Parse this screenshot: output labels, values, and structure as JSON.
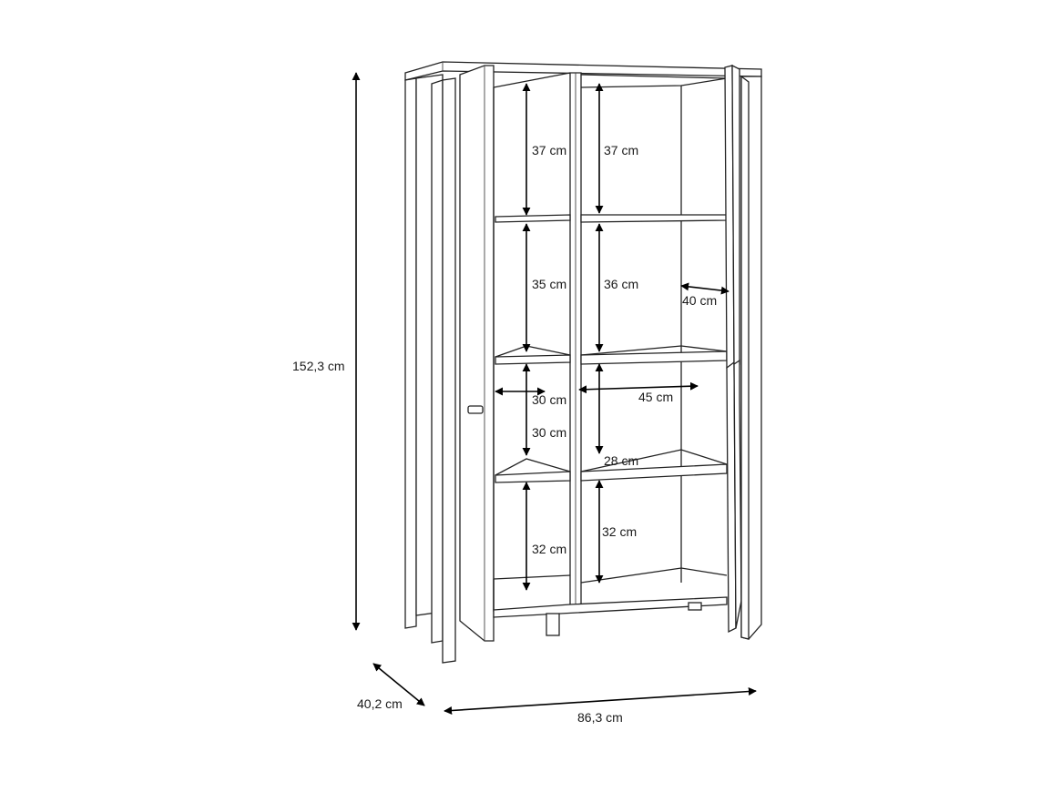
{
  "overall": {
    "height_label": "152,3 cm",
    "depth_label": "40,2 cm",
    "width_label": "86,3 cm"
  },
  "compartments": {
    "left_top": "37 cm",
    "right_top": "37 cm",
    "left_second": "35 cm",
    "right_second": "36 cm",
    "shelf_depth": "40 cm",
    "left_third_width": "30 cm",
    "left_third_height": "30 cm",
    "right_third_width": "45 cm",
    "right_third_height": "28 cm",
    "left_bottom": "32 cm",
    "right_bottom": "32 cm"
  }
}
